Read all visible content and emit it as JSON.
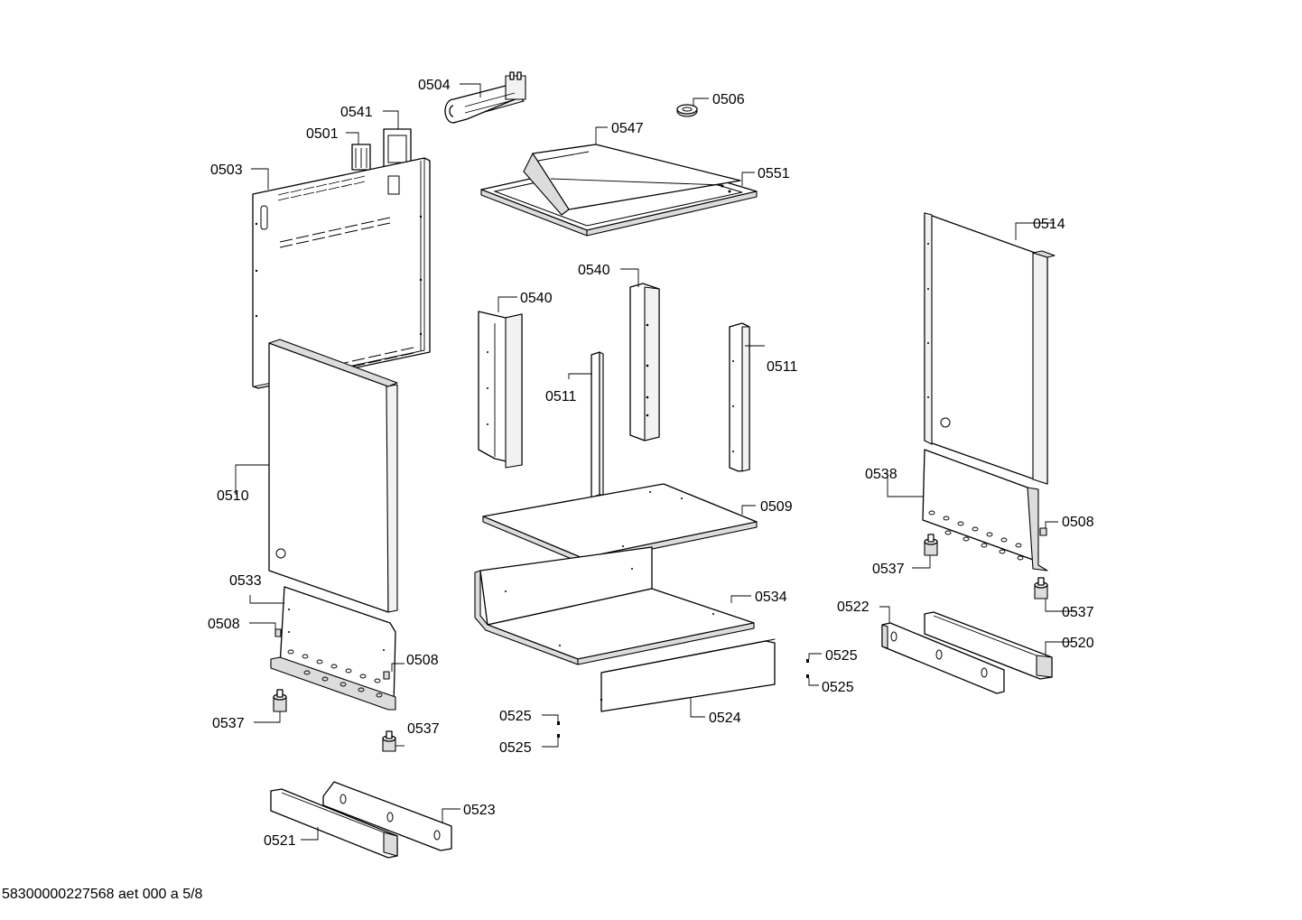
{
  "parts": {
    "p0504": "0504",
    "p0506": "0506",
    "p0541": "0541",
    "p0501": "0501",
    "p0547": "0547",
    "p0503": "0503",
    "p0551": "0551",
    "p0514": "0514",
    "p0540a": "0540",
    "p0540b": "0540",
    "p0511a": "0511",
    "p0511b": "0511",
    "p0538": "0538",
    "p0510": "0510",
    "p0509": "0509",
    "p0508a": "0508",
    "p0537a": "0537",
    "p0533": "0533",
    "p0534": "0534",
    "p0522": "0522",
    "p0537b": "0537",
    "p0508b": "0508",
    "p0525a": "0525",
    "p0520": "0520",
    "p0508c": "0508",
    "p0525b": "0525",
    "p0537c": "0537",
    "p0524": "0524",
    "p0525c": "0525",
    "p0537d": "0537",
    "p0525d": "0525",
    "p0523": "0523",
    "p0521": "0521"
  },
  "footer": "58300000227568 aet 000 a 5/8"
}
